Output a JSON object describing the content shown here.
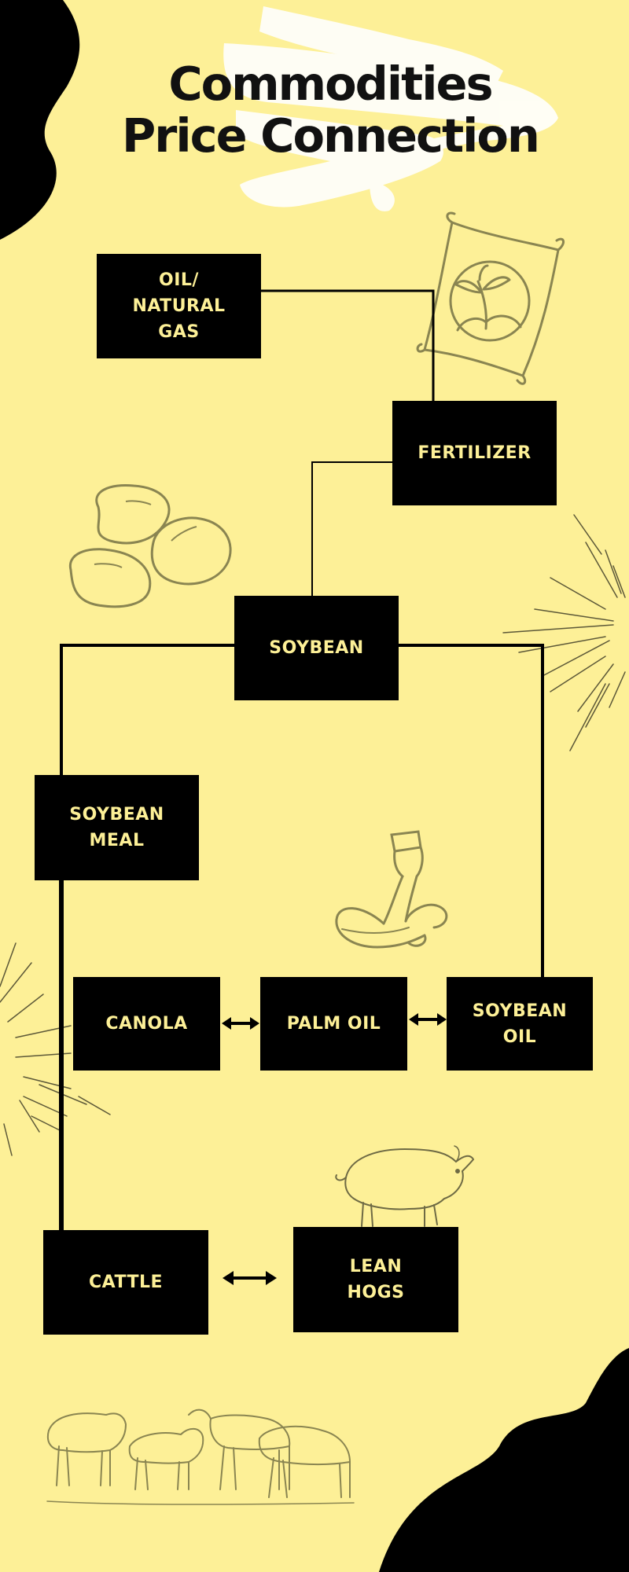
{
  "title": {
    "line1": "Commodities",
    "line2": "Price Connection"
  },
  "nodes": {
    "oil_gas": "OIL/\nNATURAL\nGAS",
    "fertilizer": "FERTILIZER",
    "soybean": "SOYBEAN",
    "soybean_meal": "SOYBEAN\nMEAL",
    "canola": "CANOLA",
    "palm_oil": "PALM OIL",
    "soybean_oil": "SOYBEAN\nOIL",
    "cattle": "CATTLE",
    "lean_hogs": "LEAN\nHOGS"
  },
  "colors": {
    "background": "#fdf097",
    "node_fill": "#000000",
    "node_text": "#fdf097",
    "illustration": "#8a8551"
  },
  "icons": [
    "fertilizer-bag-icon",
    "beans-icon",
    "oil-bottle-icon",
    "pig-icon",
    "cows-icon",
    "sunburst-icon"
  ]
}
